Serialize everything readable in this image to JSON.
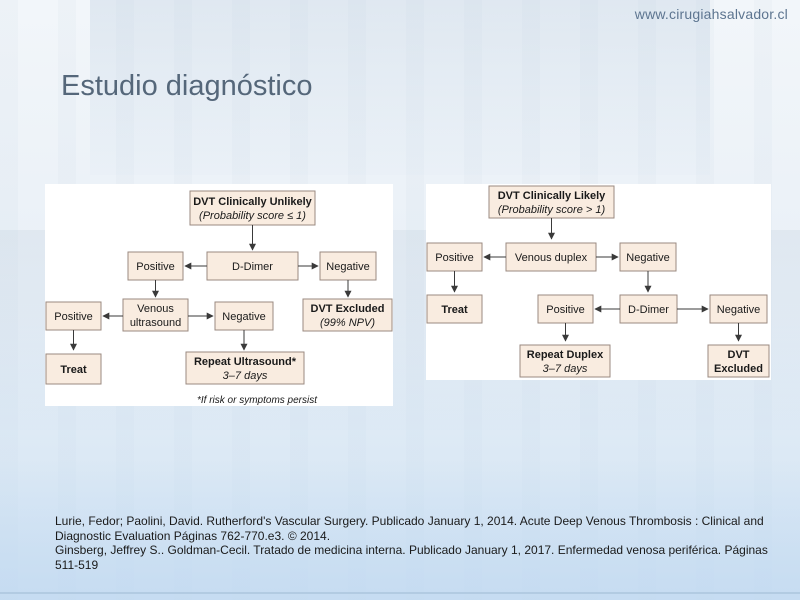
{
  "site": {
    "url": "www.cirugiahsalvador.cl"
  },
  "slide": {
    "title": "Estudio diagnóstico"
  },
  "left_chart": {
    "top_line1": "DVT Clinically Unlikely",
    "top_line2": "(Probability score ≤ 1)",
    "ddimer": "D-Dimer",
    "positive": "Positive",
    "negative": "Negative",
    "dvt_excluded": "DVT Excluded",
    "npv": "(99% NPV)",
    "venous_line1": "Venous",
    "venous_line2": "ultrasound",
    "positive2": "Positive",
    "negative2": "Negative",
    "treat": "Treat",
    "repeat_line1": "Repeat Ultrasound*",
    "repeat_line2": "3–7 days",
    "footnote": "*If risk or symptoms persist"
  },
  "right_chart": {
    "top_line1": "DVT Clinically Likely",
    "top_line2": "(Probability score > 1)",
    "duplex": "Venous duplex",
    "positive": "Positive",
    "negative": "Negative",
    "treat": "Treat",
    "positive2": "Positive",
    "ddimer": "D-Dimer",
    "negative2": "Negative",
    "repeat_line1": "Repeat Duplex",
    "repeat_line2": "3–7 days",
    "dvt_line1": "DVT",
    "dvt_line2": "Excluded"
  },
  "references": {
    "ref1": "Lurie, Fedor; Paolini, David. Rutherford's Vascular Surgery. Publicado January 1, 2014. Acute Deep Venous Thrombosis : Clinical and Diagnostic Evaluation Páginas 762-770.e3. © 2014.",
    "ref2": "Ginsberg, Jeffrey S.. Goldman-Cecil. Tratado de medicina interna. Publicado January 1, 2017. Enfermedad venosa periférica. Páginas 511-519"
  },
  "colors": {
    "box_fill": "#f9ece0",
    "box_stroke": "#9a8a80",
    "arrow": "#3a3a3a",
    "title": "#55677a"
  }
}
